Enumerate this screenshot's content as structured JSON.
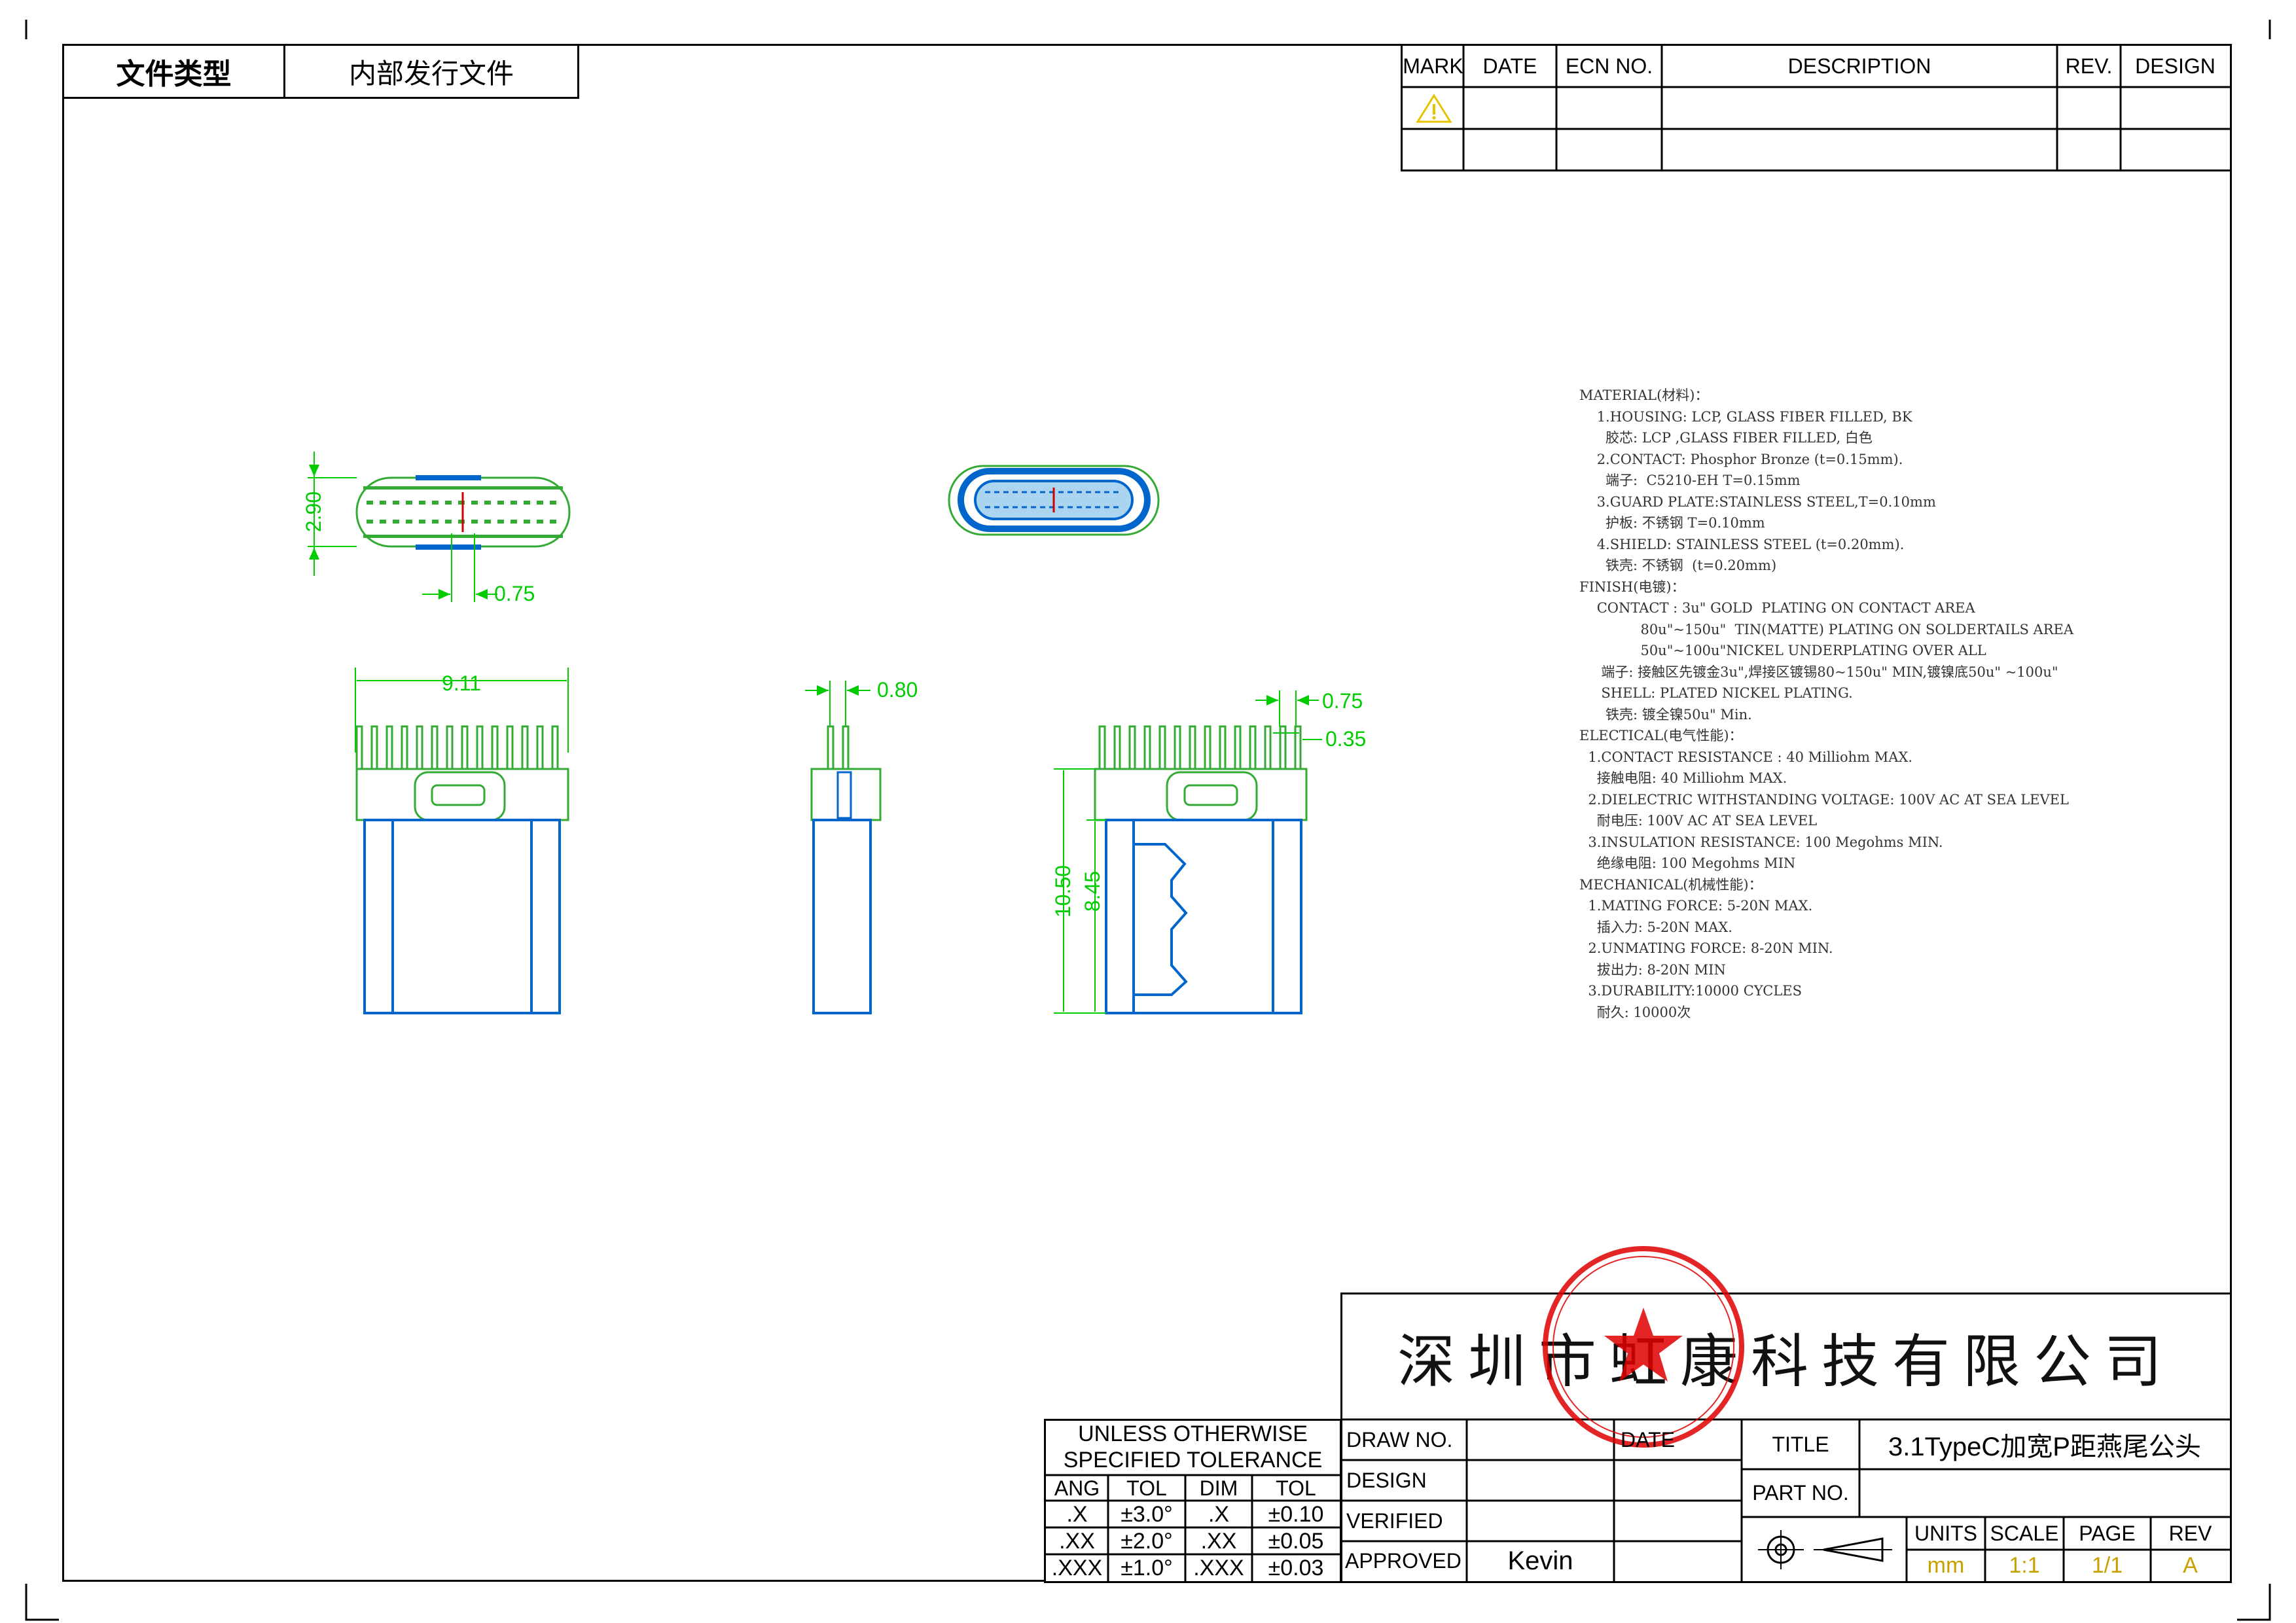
{
  "doc_type": {
    "label": "文件类型",
    "value": "内部发行文件"
  },
  "revision_table": {
    "headers": [
      "MARK",
      "DATE",
      "ECN NO.",
      "DESCRIPTION",
      "REV.",
      "DESIGN"
    ],
    "mark_icon": "warning-triangle-icon"
  },
  "notes": [
    "MATERIAL(材料)：",
    "    1.HOUSING: LCP, GLASS FIBER FILLED, BK",
    "      胶芯: LCP ,GLASS FIBER FILLED, 白色",
    "    2.CONTACT: Phosphor Bronze (t=0.15mm).",
    "      端子:  C5210-EH T=0.15mm",
    "    3.GUARD PLATE:STAINLESS STEEL,T=0.10mm",
    "      护板: 不锈钢 T=0.10mm",
    "    4.SHIELD: STAINLESS STEEL (t=0.20mm).",
    "      铁壳: 不锈钢  (t=0.20mm)",
    "FINISH(电镀)：",
    "    CONTACT : 3u\" GOLD  PLATING ON CONTACT AREA",
    "              80u\"~150u\"  TIN(MATTE) PLATING ON SOLDERTAILS AREA",
    "              50u\"~100u\"NICKEL UNDERPLATING OVER ALL",
    "     端子: 接触区先镀金3u\",焊接区镀锡80~150u\" MIN,镀镍底50u\" ~100u\"",
    "     SHELL: PLATED NICKEL PLATING.",
    "      铁壳: 镀全镍50u\" Min.",
    "ELECTICAL(电气性能)：",
    "  1.CONTACT RESISTANCE : 40 Milliohm MAX.",
    "    接触电阻: 40 Milliohm MAX.",
    "  2.DIELECTRIC WITHSTANDING VOLTAGE: 100V AC AT SEA LEVEL",
    "    耐电压: 100V AC AT SEA LEVEL",
    "  3.INSULATION RESISTANCE: 100 Megohms MIN.",
    "    绝缘电阻: 100 Megohms MIN",
    "MECHANICAL(机械性能)：",
    "  1.MATING FORCE: 5-20N MAX.",
    "    插入力: 5-20N MAX.",
    "  2.UNMATING FORCE: 8-20N MIN.",
    "    拔出力: 8-20N MIN",
    "  3.DURABILITY:10000 CYCLES",
    "    耐久: 10000次"
  ],
  "dimensions": {
    "d290": "2.90",
    "d075a": "0.75",
    "d911": "9.11",
    "d080": "0.80",
    "d075b": "0.75",
    "d035": "0.35",
    "d1050": "10.50",
    "d845": "8.45"
  },
  "tolerance": {
    "title_line1": "UNLESS  OTHERWISE",
    "title_line2": "SPECIFIED  TOLERANCE",
    "headers": [
      "ANG",
      "TOL",
      "DIM",
      "TOL"
    ],
    "rows": [
      [
        ".X",
        "±3.0°",
        ".X",
        "±0.10"
      ],
      [
        ".XX",
        "±2.0°",
        ".XX",
        "±0.05"
      ],
      [
        ".XXX",
        "±1.0°",
        ".XXX",
        "±0.03"
      ]
    ]
  },
  "title_block": {
    "company": "深圳市虹康科技有限公司",
    "draw_no_label": "DRAW NO.",
    "date_label": "DATE",
    "design_label": "DESIGN",
    "verified_label": "VERIFIED",
    "approved_label": "APPROVED",
    "approved_value": "Kevin",
    "title_label": "TITLE",
    "title_value": "3.1TypeC加宽P距燕尾公头",
    "part_no_label": "PART NO.",
    "units_label": "UNITS",
    "units_value": "mm",
    "scale_label": "SCALE",
    "scale_value": "1:1",
    "page_label": "PAGE",
    "page_value": "1/1",
    "rev_label": "REV",
    "rev_value": "A",
    "projection_icon": "third-angle-projection-icon",
    "stamp_icon": "company-seal-stamp-icon"
  },
  "colors": {
    "dimension": "#00cc00",
    "outline": "#0066cc",
    "housing": "#33aa33",
    "stamp": "#e00000",
    "value_text": "#c8a000",
    "warning": "#e6c300"
  }
}
